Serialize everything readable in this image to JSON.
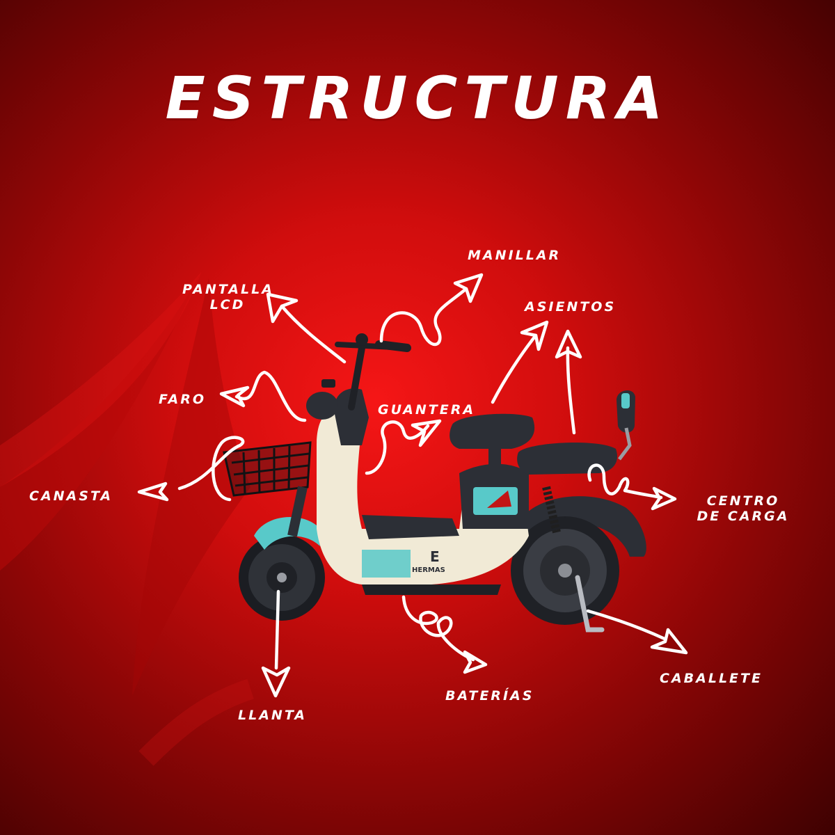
{
  "title": "ESTRUCTURA",
  "labels": {
    "manillar": "MANILLAR",
    "pantalla_line1": "PANTALLA",
    "pantalla_line2": "LCD",
    "asientos": "ASIENTOS",
    "faro": "FARO",
    "guantera": "GUANTERA",
    "canasta": "CANASTA",
    "centro_line1": "CENTRO",
    "centro_line2": "DE CARGA",
    "llanta": "LLANTA",
    "baterias": "BATERÍAS",
    "caballete": "CABALLETE"
  },
  "brand_decal": {
    "letter": "E",
    "name": "HERMAS"
  },
  "colors": {
    "background": "#d00d0d",
    "body_cream": "#f1ead6",
    "accent_teal": "#58c9c9",
    "dark_gray": "#2c2f36",
    "annotation": "#ffffff"
  }
}
